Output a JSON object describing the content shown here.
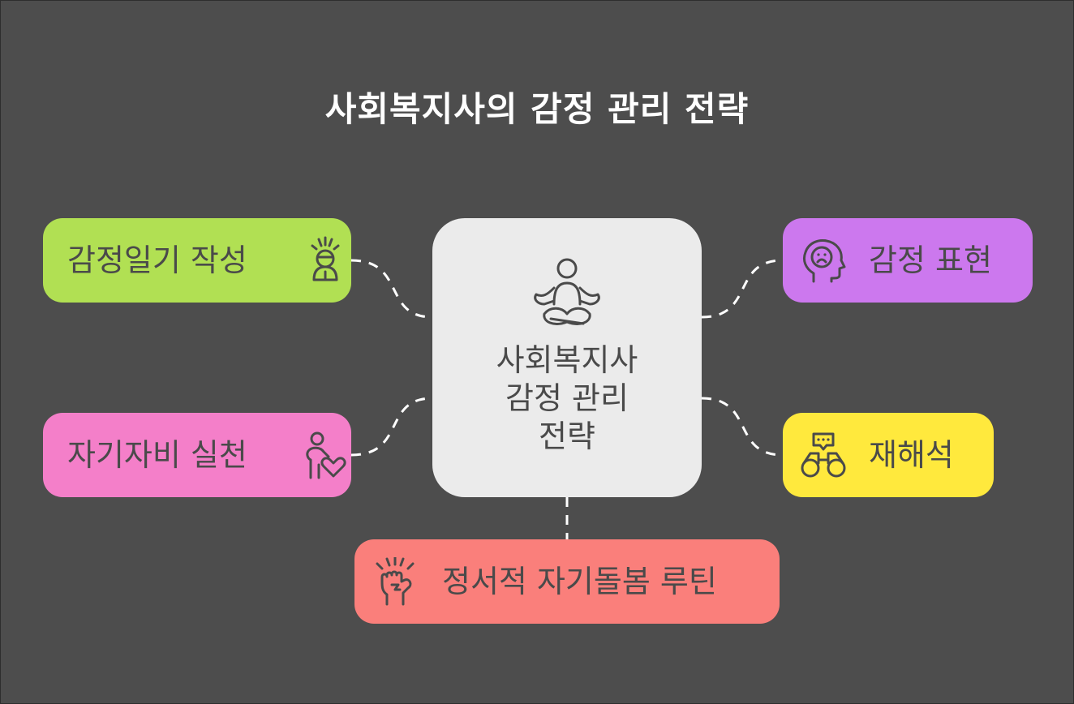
{
  "title": "사회복지사의 감정 관리 전략",
  "center": {
    "lines": [
      "사회복지사",
      "감정 관리",
      "전략"
    ],
    "icon": "meditation-icon"
  },
  "nodes": {
    "diary": {
      "label": "감정일기 작성",
      "icon": "stressed-person-icon",
      "color": "#b1e053"
    },
    "self_compassion": {
      "label": "자기자비 실천",
      "icon": "person-heart-icon",
      "color": "#f47fc9"
    },
    "expression": {
      "label": "감정 표현",
      "icon": "head-sad-face-icon",
      "color": "#cc78ee"
    },
    "reframing": {
      "label": "재해석",
      "icon": "binoculars-chat-icon",
      "color": "#ffe93d"
    },
    "routine": {
      "label": "정서적 자기돌봄 루틴",
      "icon": "raised-fist-icon",
      "color": "#fa7f7b"
    }
  },
  "colors": {
    "background": "#4d4d4d",
    "center": "#ebebeb",
    "connector": "#ffffff"
  }
}
